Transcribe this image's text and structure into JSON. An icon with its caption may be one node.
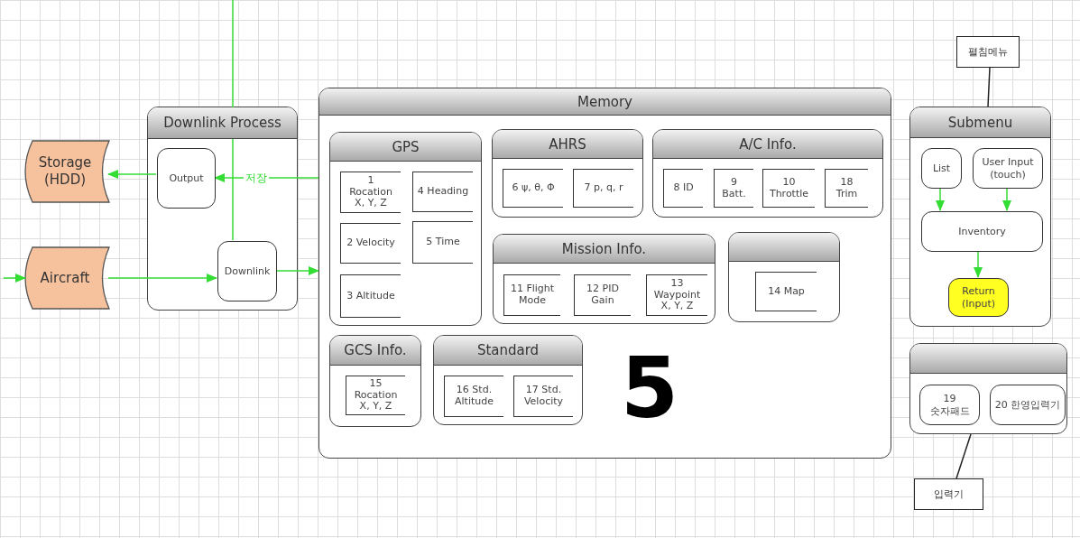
{
  "diagram": {
    "nodes": [
      {
        "text": [
          "Storage (HDD)"
        ]
      },
      {
        "text": [
          "Aircraft"
        ]
      },
      {
        "text": [
          "Downlink Process"
        ]
      },
      {
        "text": [
          "Output"
        ],
        "in": 2
      },
      {
        "text": [
          "Downlink"
        ],
        "in": 2
      },
      {
        "text": [
          "Memory"
        ]
      },
      {
        "text": [
          "GPS"
        ],
        "in": 5
      },
      {
        "text": [
          "1 Rocation X, Y, Z"
        ],
        "in": 6
      },
      {
        "text": [
          "4 Heading"
        ],
        "in": 6
      },
      {
        "text": [
          "2 Velocity"
        ],
        "in": 6
      },
      {
        "text": [
          "5 Time"
        ],
        "in": 6
      },
      {
        "text": [
          "3 Altitude"
        ],
        "in": 6
      },
      {
        "text": [
          "AHRS"
        ],
        "in": 5
      },
      {
        "text": [
          "6 ψ, θ, Φ"
        ],
        "in": 12
      },
      {
        "text": [
          "7 p, q, r"
        ],
        "in": 12
      },
      {
        "text": [
          "A/C Info."
        ],
        "in": 5
      },
      {
        "text": [
          "8 ID"
        ],
        "in": 15
      },
      {
        "text": [
          "9 Batt."
        ],
        "in": 15
      },
      {
        "text": [
          "10 Throttle"
        ],
        "in": 15
      },
      {
        "text": [
          "18 Trim"
        ],
        "in": 15
      },
      {
        "text": [
          "Mission Info."
        ],
        "in": 5
      },
      {
        "text": [
          "11 Flight Mode"
        ],
        "in": 20
      },
      {
        "text": [
          "12 PID Gain"
        ],
        "in": 20
      },
      {
        "text": [
          "13 Waypoint X, Y, Z"
        ],
        "in": 20
      },
      {
        "text": [],
        "shape": "box",
        "in": 5
      },
      {
        "text": [
          "14 Map"
        ],
        "in": 24
      },
      {
        "text": [
          "GCS Info."
        ],
        "in": 5
      },
      {
        "text": [
          "15 Rocation X, Y, Z"
        ],
        "in": 26
      },
      {
        "text": [
          "Standard"
        ],
        "in": 5
      },
      {
        "text": [
          "16 Std. Altitude"
        ],
        "in": 28
      },
      {
        "text": [
          "17 Std. Velocity"
        ],
        "in": 28
      },
      {
        "text": [
          "펼침메뉴"
        ]
      },
      {
        "text": [
          "Submenu"
        ]
      },
      {
        "text": [
          "List"
        ],
        "in": 32
      },
      {
        "text": [
          "User Input (touch)"
        ],
        "in": 32
      },
      {
        "text": [
          "Inventory"
        ],
        "in": 32
      },
      {
        "text": [
          "Return (Input)"
        ],
        "in": 32
      },
      {
        "text": [],
        "shape": "box"
      },
      {
        "text": [
          "19 숫자패드"
        ],
        "in": 37
      },
      {
        "text": [
          "20 한영입력기"
        ],
        "in": 37
      },
      {
        "text": [
          "입력기"
        ]
      }
    ],
    "edges": [
      {
        "from": null,
        "to": 1,
        "arrow": "to"
      },
      {
        "from": 1,
        "to": 4,
        "arrow": "to"
      },
      {
        "from": 4,
        "to": 5,
        "arrow": "to"
      },
      {
        "from": 5,
        "to": 3,
        "arrow": "to",
        "label": "저장"
      },
      {
        "from": 3,
        "to": 0,
        "arrow": "to"
      },
      {
        "from": 4,
        "to": null,
        "arrow": "none"
      },
      {
        "from": 33,
        "to": 35,
        "arrow": "to"
      },
      {
        "from": 34,
        "to": 35,
        "arrow": "to"
      },
      {
        "from": 35,
        "to": 36,
        "arrow": "to"
      },
      {
        "from": 31,
        "to": 32,
        "arrow": "none",
        "color": "#222222"
      },
      {
        "from": 40,
        "to": 37,
        "arrow": "none",
        "color": "#222222"
      }
    ],
    "labels": [
      "5"
    ]
  }
}
